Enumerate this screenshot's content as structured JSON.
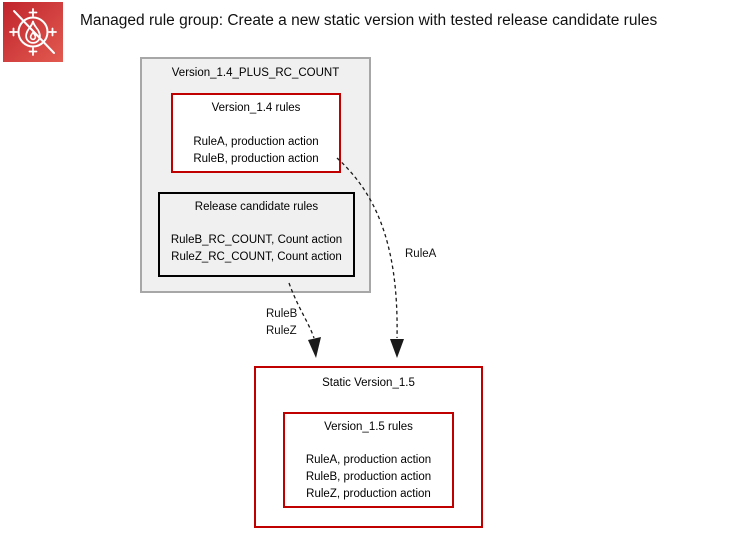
{
  "header": {
    "icon_name": "aws-waf-icon",
    "title": "Managed rule group: Create a new static version with tested release candidate rules"
  },
  "diagram": {
    "group_box": {
      "title": "Version_1.4_PLUS_RC_COUNT",
      "version_14_box": {
        "title": "Version_1.4 rules",
        "rules": [
          "RuleA, production action",
          "RuleB, production action"
        ]
      },
      "release_candidate_box": {
        "title": "Release candidate rules",
        "rules": [
          "RuleB_RC_COUNT, Count action",
          "RuleZ_RC_COUNT, Count action"
        ]
      }
    },
    "arrows": {
      "rule_a_label": "RuleA",
      "rule_b_label": "RuleB",
      "rule_z_label": "RuleZ"
    },
    "static_version_box": {
      "title": "Static Version_1.5",
      "version_15_box": {
        "title": "Version_1.5 rules",
        "rules": [
          "RuleA, production action",
          "RuleB, production action",
          "RuleZ, production action"
        ]
      }
    }
  },
  "colors": {
    "accent_red": "#c00000",
    "panel_fill": "#f0f0f0",
    "panel_border": "#a7a7a7",
    "arrow_color": "#1a1a1a",
    "icon_gradient_start": "#c0242c",
    "icon_gradient_end": "#e25a50"
  }
}
